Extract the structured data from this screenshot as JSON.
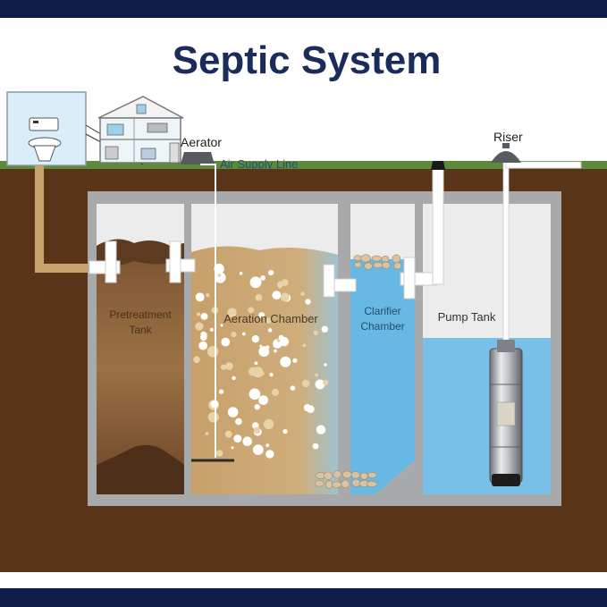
{
  "title": "Septic System",
  "labels": {
    "aerator": "Aerator",
    "air_supply_line": "Air Supply Line",
    "riser": "Riser",
    "pretreatment_line1": "Pretreatment",
    "pretreatment_line2": "Tank",
    "aeration_chamber": "Aeration Chamber",
    "clarifier_line1": "Clarifier",
    "clarifier_line2": "Chamber",
    "pump_tank": "Pump Tank"
  },
  "colors": {
    "banner": "#0f1d4a",
    "title": "#1b2b5a",
    "soil": "#5a3418",
    "grass": "#5d8a3a",
    "tank_wall": "#a7a9ab",
    "sludge": "#5c3b20",
    "aeration_liquid": "#c9a36c",
    "water": "#67b8e3",
    "pump_water": "#79c0e8"
  }
}
